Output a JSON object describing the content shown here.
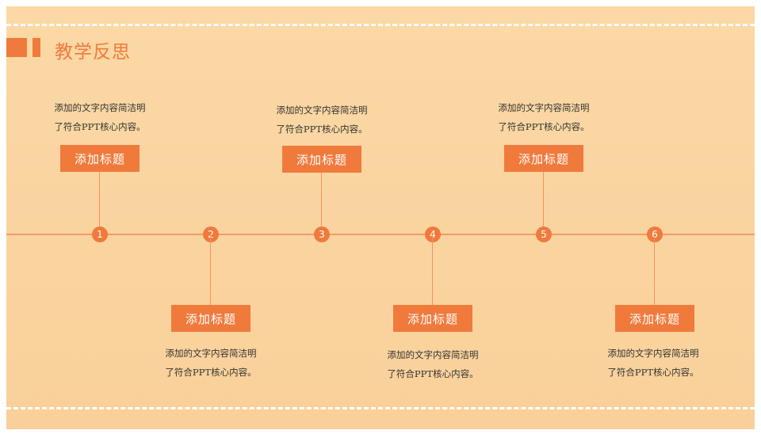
{
  "header": {
    "title": "教学反思"
  },
  "colors": {
    "accent": "#f07a3c",
    "background": "#f9d09a",
    "dash": "#ffffff"
  },
  "items": [
    {
      "number": "1",
      "title": "添加标题",
      "desc_line1": "添加的文字内容简洁明",
      "desc_line2": "了符合PPT核心内容。"
    },
    {
      "number": "2",
      "title": "添加标题",
      "desc_line1": "添加的文字内容简洁明",
      "desc_line2": "了符合PPT核心内容。"
    },
    {
      "number": "3",
      "title": "添加标题",
      "desc_line1": "添加的文字内容简洁明",
      "desc_line2": "了符合PPT核心内容。"
    },
    {
      "number": "4",
      "title": "添加标题",
      "desc_line1": "添加的文字内容简洁明",
      "desc_line2": "了符合PPT核心内容。"
    },
    {
      "number": "5",
      "title": "添加标题",
      "desc_line1": "添加的文字内容简洁明",
      "desc_line2": "了符合PPT核心内容。"
    },
    {
      "number": "6",
      "title": "添加标题",
      "desc_line1": "添加的文字内容简洁明",
      "desc_line2": "了符合PPT核心内容。"
    }
  ]
}
